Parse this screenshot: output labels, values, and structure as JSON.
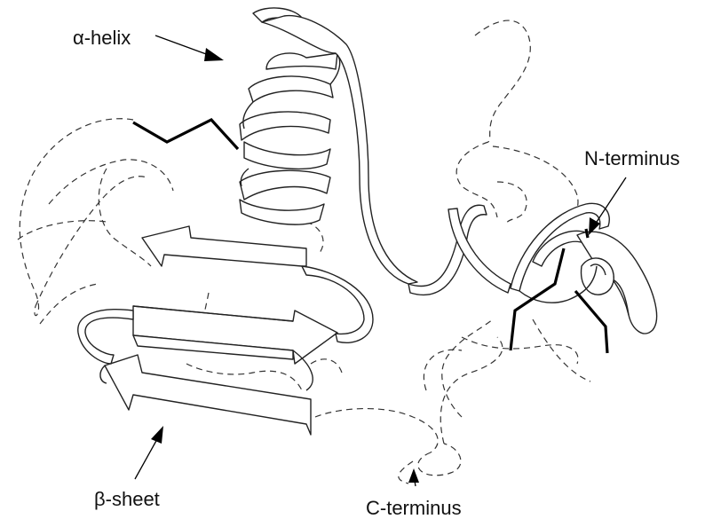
{
  "labels": {
    "alpha_helix": "α-helix",
    "beta_sheet": "β-sheet",
    "n_terminus": "N-terminus",
    "c_terminus": "C-terminus"
  },
  "colors": {
    "ribbon_stroke": "#222222",
    "coil_stroke": "#333333",
    "side_chain": "#000000",
    "background": "#ffffff"
  }
}
